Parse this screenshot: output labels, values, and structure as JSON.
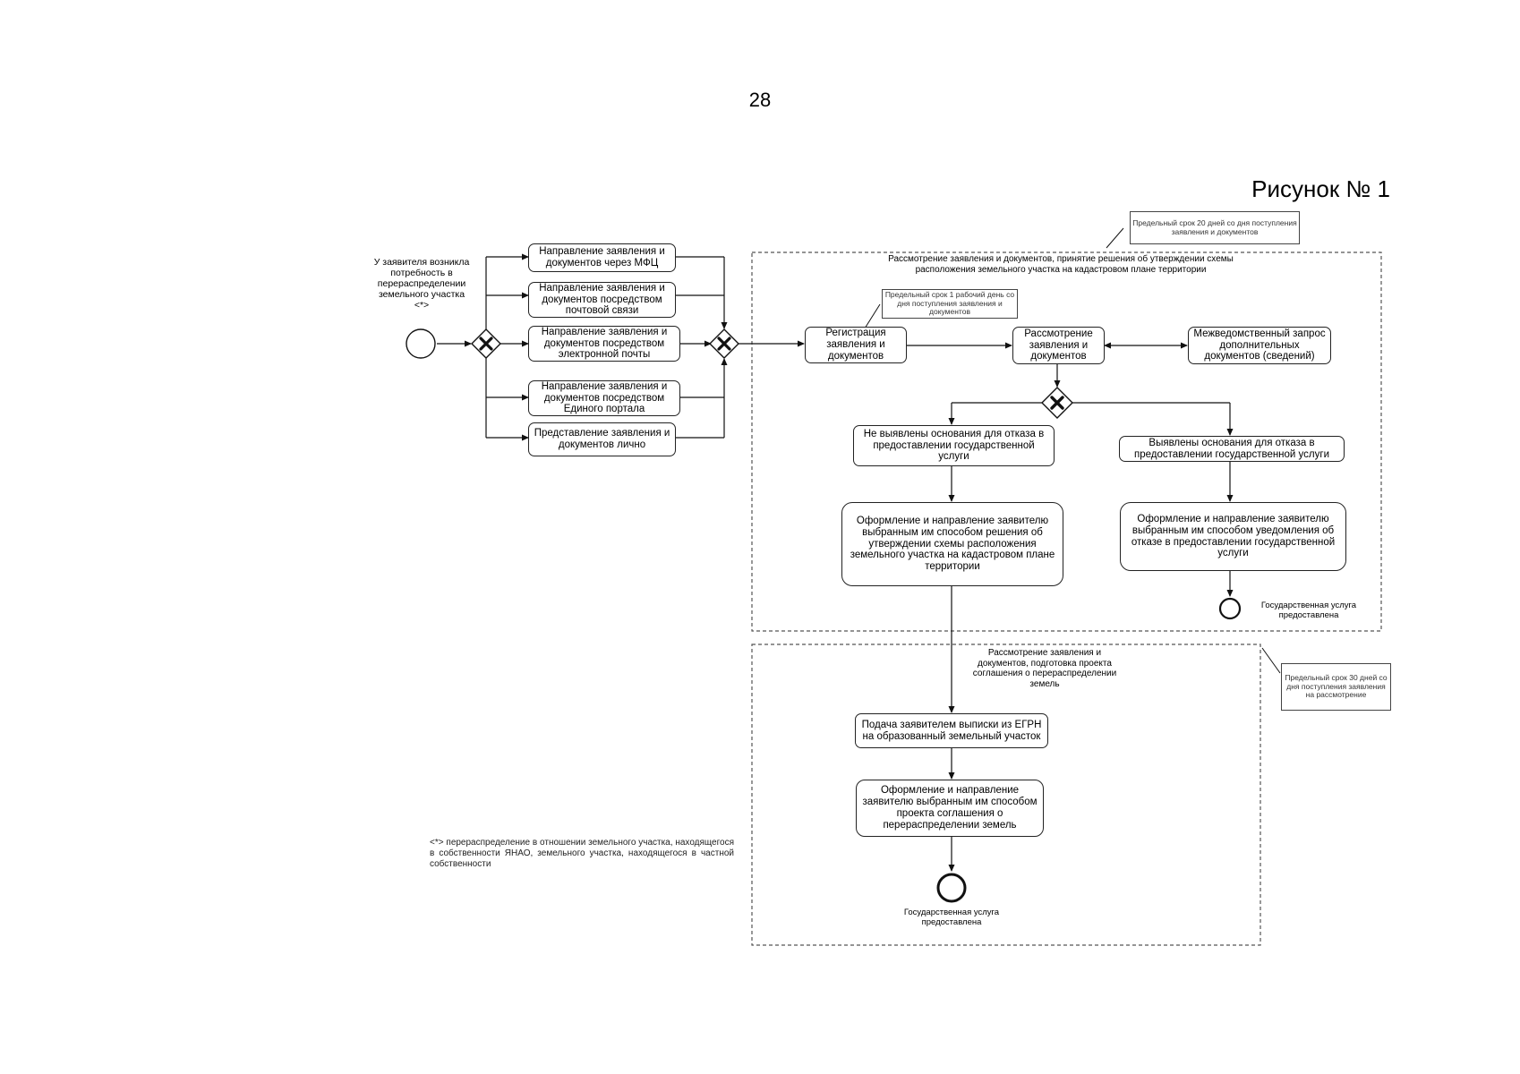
{
  "page_number": "28",
  "figure_label": "Рисунок № 1",
  "start_event_label": "У заявителя возникла потребность в перераспределении земельного участка <*>",
  "submission_options": [
    "Направление заявления и документов через МФЦ",
    "Направление заявления и документов посредством почтовой связи",
    "Направление заявления и документов посредством электронной почты",
    "Направление заявления и документов посредством Единого портала",
    "Представление заявления и документов лично"
  ],
  "stage1": {
    "title": "Рассмотрение заявления и документов, принятие решения об утверждении схемы расположения земельного участка на кадастровом плане территории",
    "deadline_note": "Предельный срок 20 дней со дня поступления заявления и документов",
    "registration_deadline_note": "Предельный срок 1 рабочий день со дня поступления заявления и документов",
    "registration": "Регистрация заявления и документов",
    "review": "Рассмотрение заявления и документов",
    "interagency_request": "Межведомственный запрос дополнительных документов (сведений)",
    "no_grounds": "Не выявлены основания для отказа в предоставлении государственной услуги",
    "grounds_found": "Выявлены основания для отказа в предоставлении государственной услуги",
    "approval_decision": "Оформление и направление заявителю выбранным им способом решения об утверждении схемы расположения земельного участка на кадастровом плане территории",
    "refusal_notice": "Оформление и направление заявителю выбранным им способом уведомления об отказе в предоставлении государственной услуги",
    "end_label": "Государственная услуга предоставлена"
  },
  "stage2": {
    "title": "Рассмотрение заявления и документов, подготовка проекта соглашения о перераспределении земель",
    "deadline_note": "Предельный срок 30 дней со дня поступления заявления на рассмотрение",
    "egrn_extract": "Подача заявителем выписки из ЕГРН на образованный земельный участок",
    "agreement_project": "Оформление и направление заявителю выбранным им способом проекта соглашения о перераспределении земель",
    "end_label": "Государственная услуга предоставлена"
  },
  "footnote": "<*> перераспределение в отношении земельного участка, находящегося в собственности ЯНАО, земельного участка, находящегося в частной собственности"
}
